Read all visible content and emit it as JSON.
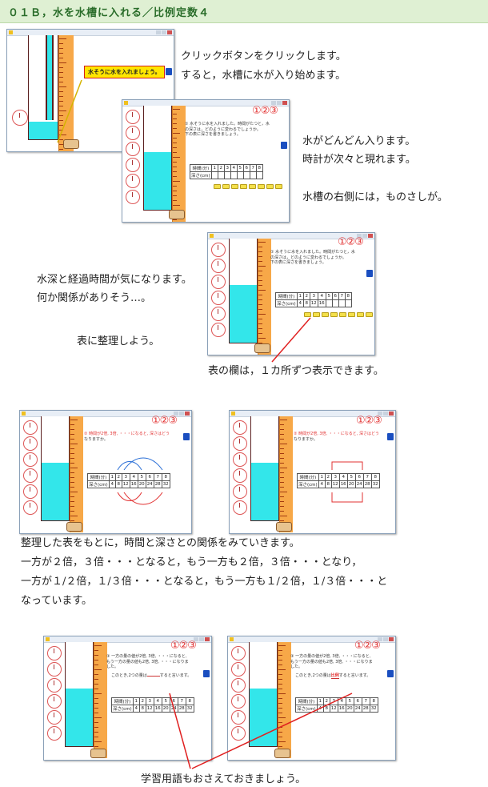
{
  "header": {
    "title": "０１Ｂ，水を水槽に入れる／比例定数４"
  },
  "texts": {
    "t1": "クリックボタンをクリックします。",
    "t2": "すると，水槽に水が入り始めます。",
    "t3": "水がどんどん入ります。",
    "t4": "時計が次々と現れます。",
    "t5": "水槽の右側には，ものさしが。",
    "t6": "水深と経過時間が気になります。",
    "t7": "何か関係がありそう…。",
    "t8": "表に整理しよう。",
    "t9": "表の欄は，１カ所ずつ表示できます。",
    "t10": "整理した表をもとに，時間と深さとの関係をみていきます。",
    "t11": "一方が２倍，３倍・・・となると，もう一方も２倍，３倍・・・となり，",
    "t12": "一方が１/２倍，１/３倍・・・となると，もう一方も１/２倍，１/３倍・・・と",
    "t13": "なっています。",
    "t14": "学習用語もおさえておきましょう。"
  },
  "screens": {
    "callout": "水そうに水を入れましょう。",
    "circled_nums": "①②③",
    "q1_line1": "① 水そうに水を入れました。時間がたつと，水",
    "q1_line2": "の深さは，どのように変わるでしょうか。",
    "q1_line3": "下の表に深さを書きましょう。",
    "q2_line1": "② 時間が2倍, 3倍, ・・・になると, 深さはどう",
    "q2_line2": "なりますか。",
    "q3_line1": "③ 一方の量の値が2倍, 3倍, ・・・になると,",
    "q3_line2": "もう一方の量の値も2倍, 3倍, ・・・になりま",
    "q3_line3": "した。",
    "q3_line4a": "このとき,2つの量は",
    "q3_line4b": "すると言います。",
    "q3_answer": "比例",
    "table": {
      "row1_label": "時間(分)",
      "row2_label": "深さ(cm)",
      "times": [
        "1",
        "2",
        "3",
        "4",
        "5",
        "6",
        "7",
        "8"
      ],
      "depths_partial": [
        "4",
        "8",
        "12",
        "16"
      ],
      "depths_full": [
        "4",
        "8",
        "12",
        "16",
        "20",
        "24",
        "28",
        "32"
      ]
    }
  },
  "colors": {
    "water": "#33e6ea",
    "ruler": "#f7a848",
    "accent": "#e23030",
    "header_bg": "#dff0d3"
  }
}
